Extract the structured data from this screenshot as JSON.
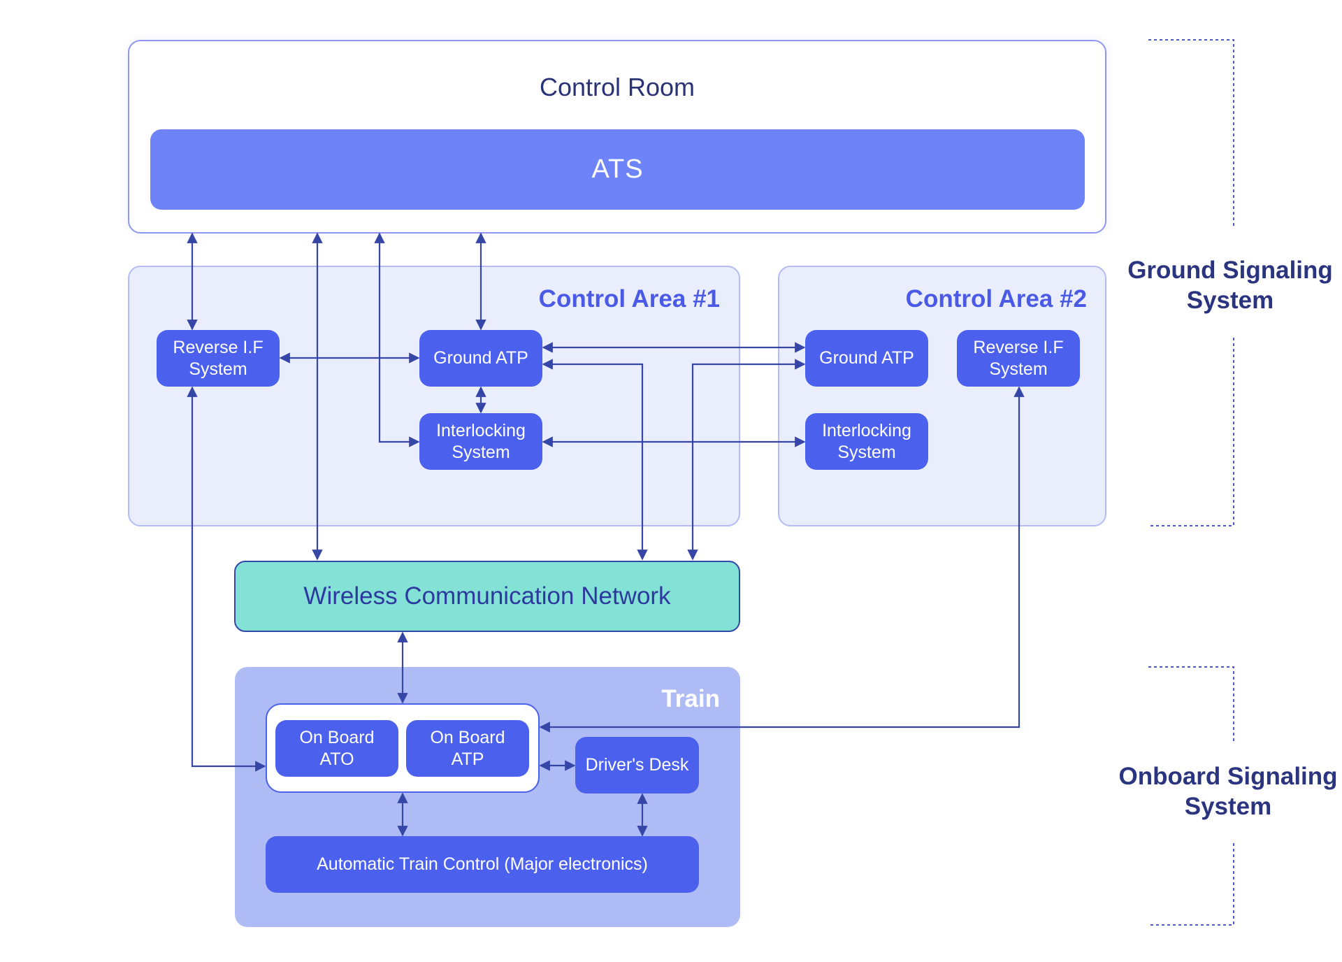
{
  "control_room": {
    "title": "Control Room",
    "ats_label": "ATS"
  },
  "control_area_1": {
    "title": "Control Area #1",
    "reverse_if": [
      "Reverse I.F",
      "System"
    ],
    "ground_atp": [
      "Ground ATP"
    ],
    "interlocking": [
      "Interlocking",
      "System"
    ]
  },
  "control_area_2": {
    "title": "Control Area #2",
    "ground_atp": [
      "Ground ATP"
    ],
    "reverse_if": [
      "Reverse I.F",
      "System"
    ],
    "interlocking": [
      "Interlocking",
      "System"
    ]
  },
  "network": {
    "label": "Wireless Communication Network"
  },
  "train": {
    "title": "Train",
    "onboard_ato": [
      "On Board",
      "ATO"
    ],
    "onboard_atp": [
      "On Board",
      "ATP"
    ],
    "drivers_desk": [
      "Driver's Desk"
    ],
    "atc": [
      "Automatic Train Control (Major electronics)"
    ]
  },
  "side_labels": {
    "ground": [
      "Ground Signaling",
      "System"
    ],
    "onboard": [
      "Onboard Signaling",
      "System"
    ]
  },
  "colors": {
    "line": "#3546a6",
    "node": "#4b61ee",
    "ats": "#6e83f7",
    "network": "#84e1d5",
    "train_bg": "#aebbf4",
    "area_bg": "#eaedfc",
    "dashed": "#4a58c9"
  }
}
